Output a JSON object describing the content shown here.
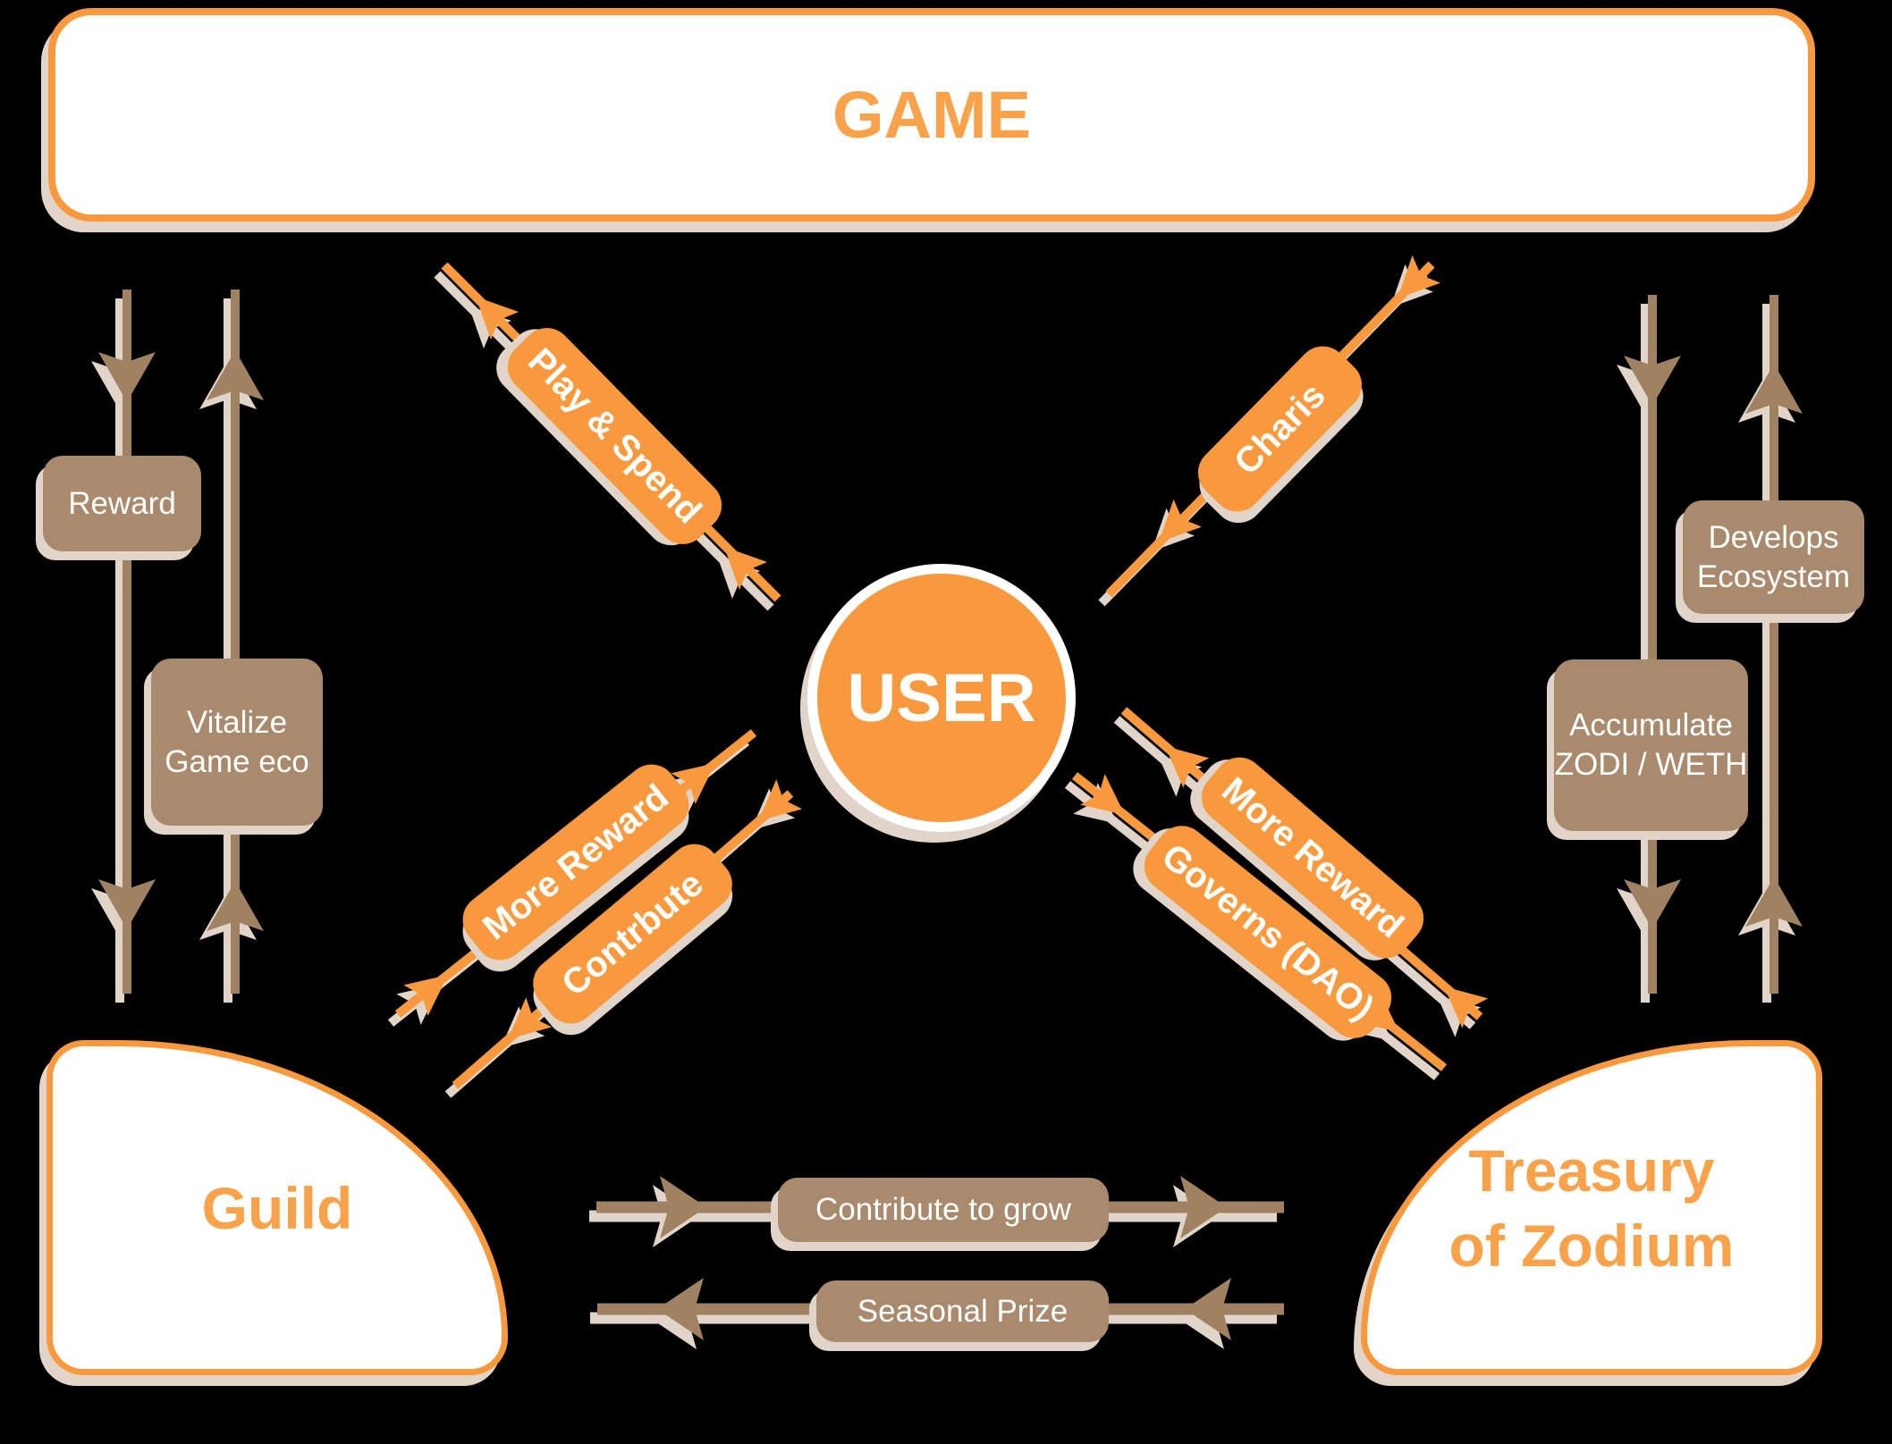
{
  "background": "#000000",
  "colors": {
    "accent_orange": "#F8993E",
    "orange_text": "#F9A24A",
    "brown_box": "#A98A6C",
    "brown_line": "#A08263",
    "shadow": "#E0D5C8",
    "white": "#FFFFFF",
    "background": "#000000"
  },
  "nodes": {
    "game": {
      "label": "GAME"
    },
    "user": {
      "label": "USER"
    },
    "guild": {
      "label": "Guild"
    },
    "treasury": {
      "label": "Treasury\nof Zodium"
    }
  },
  "edges": {
    "play_spend": {
      "label": "Play & Spend",
      "from": "USER",
      "to": "GAME"
    },
    "charis": {
      "label": "Charis",
      "from": "GAME",
      "to": "USER"
    },
    "more_reward_left": {
      "label": "More Reward",
      "from": "Guild",
      "to": "USER"
    },
    "contrbute": {
      "label": "Contrbute",
      "from": "USER",
      "to": "Guild"
    },
    "more_reward_right": {
      "label": "More Reward",
      "from": "Treasury",
      "to": "USER"
    },
    "governs_dao": {
      "label": "Governs (DAO)",
      "from": "USER",
      "to": "Treasury"
    },
    "reward": {
      "label": "Reward",
      "from": "GAME",
      "to": "Guild"
    },
    "vitalize": {
      "label": "Vitalize\nGame eco",
      "from": "Guild",
      "to": "GAME"
    },
    "develops": {
      "label": "Develops\nEcosystem",
      "from": "Treasury",
      "to": "GAME"
    },
    "accumulate": {
      "label": "Accumulate\nZODI / WETH",
      "from": "GAME",
      "to": "Treasury"
    },
    "contribute_to_grow": {
      "label": "Contribute to grow",
      "from": "Guild",
      "to": "Treasury"
    },
    "seasonal_prize": {
      "label": "Seasonal Prize",
      "from": "Treasury",
      "to": "Guild"
    }
  }
}
